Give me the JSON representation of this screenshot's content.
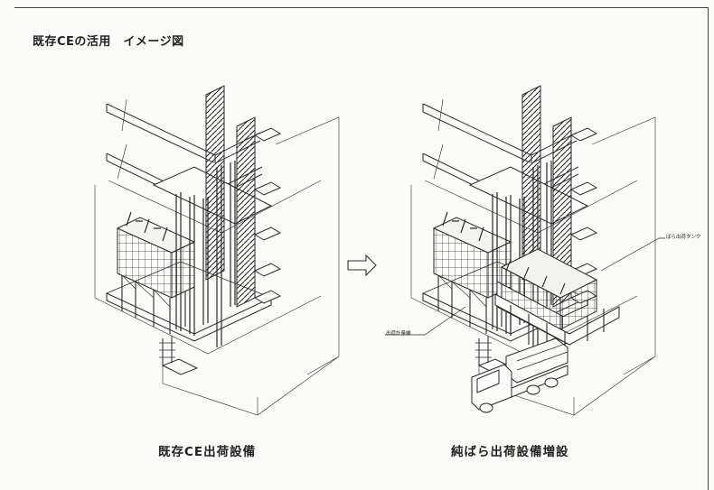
{
  "title": "既存CEの活用　イメージ図",
  "left_caption": "既存CE出荷設備",
  "right_caption": "純ばら出荷設備増設",
  "labels": {
    "bulk_tank": "ばら出荷タンク",
    "weighing": "出荷計量機"
  },
  "arrow_icon": "right-arrow-icon",
  "colors": {
    "line": "#2a2a2a",
    "paper": "#fbfbf9"
  }
}
